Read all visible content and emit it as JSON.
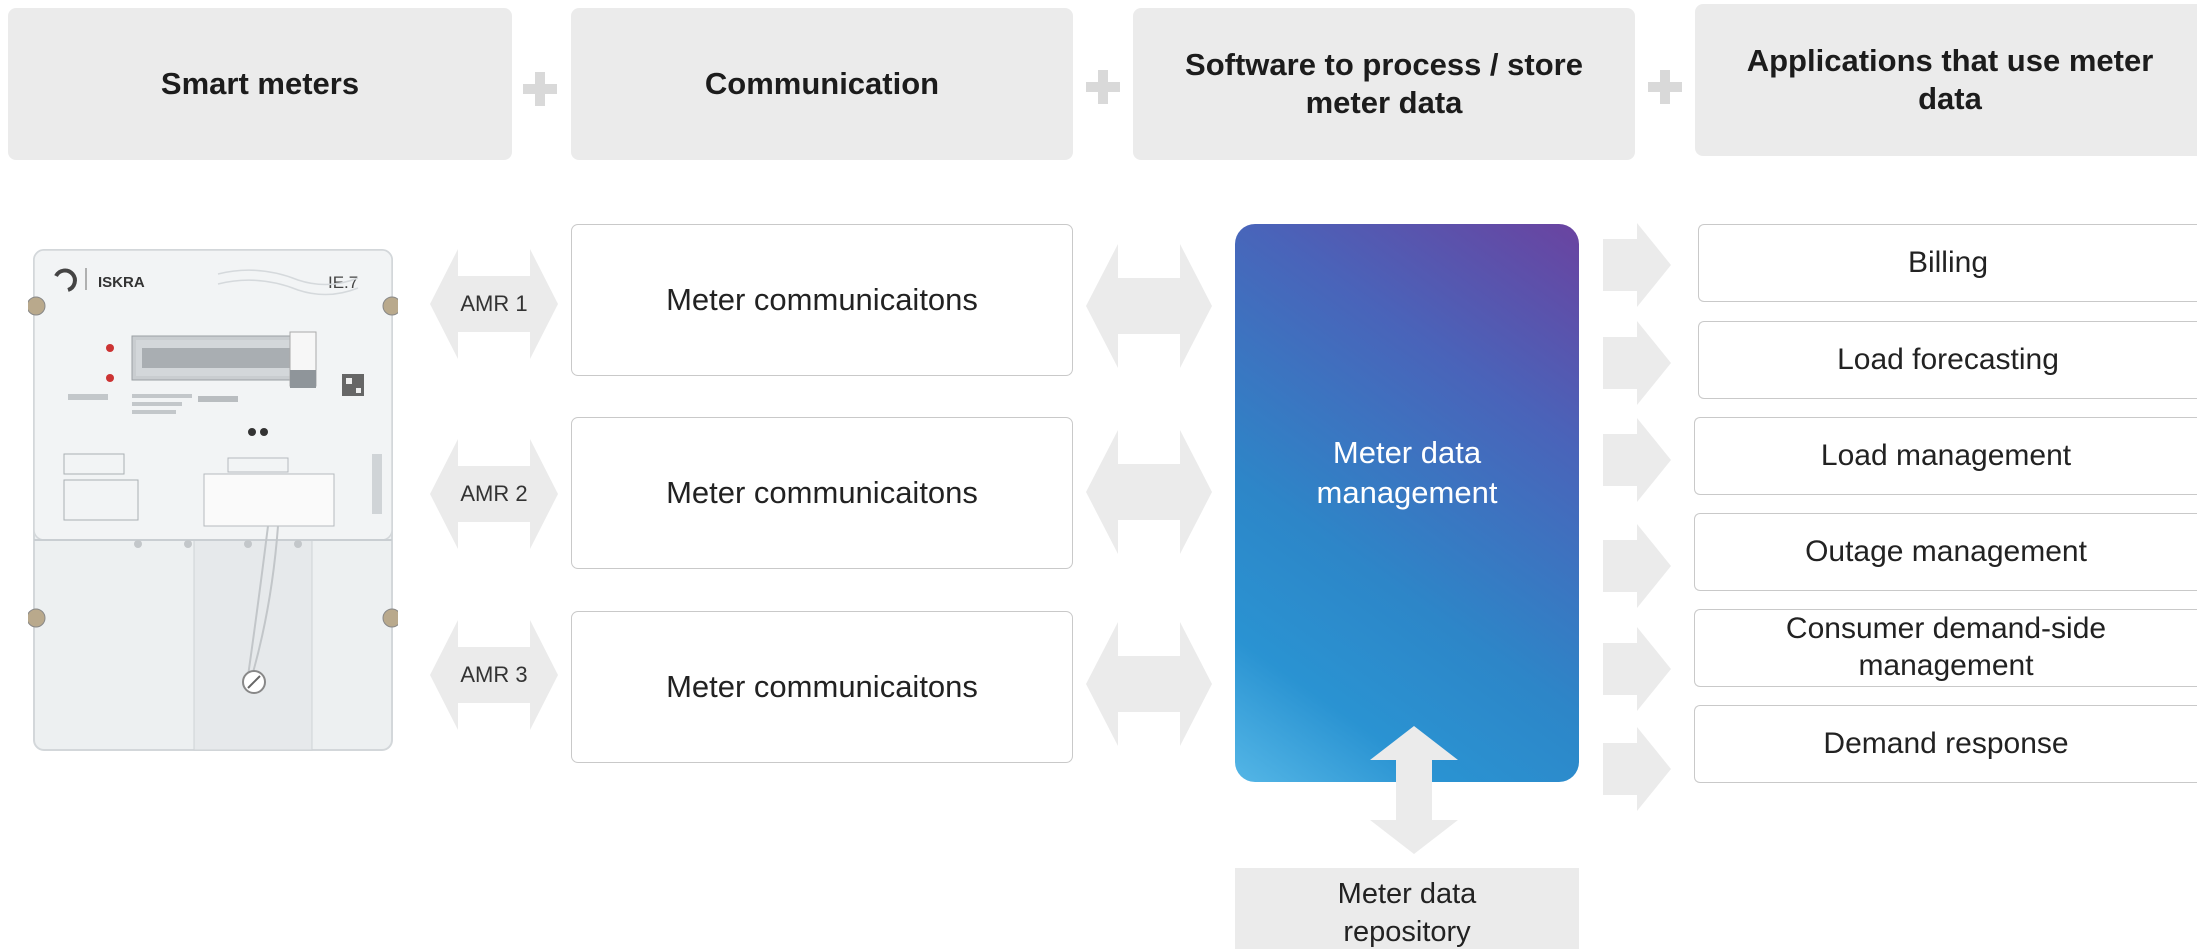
{
  "headers": {
    "smart_meters": "Smart meters",
    "communication": "Communication",
    "software": "Software to process / store meter data",
    "applications": "Applications that use meter data"
  },
  "meter": {
    "brand": "ISKRA",
    "model": "IE.7"
  },
  "amr": [
    "AMR 1",
    "AMR 2",
    "AMR 3"
  ],
  "communications": [
    "Meter communicaitons",
    "Meter communicaitons",
    "Meter communicaitons"
  ],
  "mdm": {
    "line1": "Meter data",
    "line2": "management"
  },
  "repository": {
    "line1": "Meter data",
    "line2": "repository"
  },
  "applications": [
    "Billing",
    "Load forecasting",
    "Load management",
    "Outage management",
    "Consumer demand-side management",
    "Demand response"
  ],
  "colors": {
    "header_bg": "#ebebeb",
    "arrow": "#ebebeb",
    "box_border": "#c9c9c9",
    "mdm_gradient_top": "#6a43a0",
    "mdm_gradient_bottom": "#54b6e6"
  }
}
